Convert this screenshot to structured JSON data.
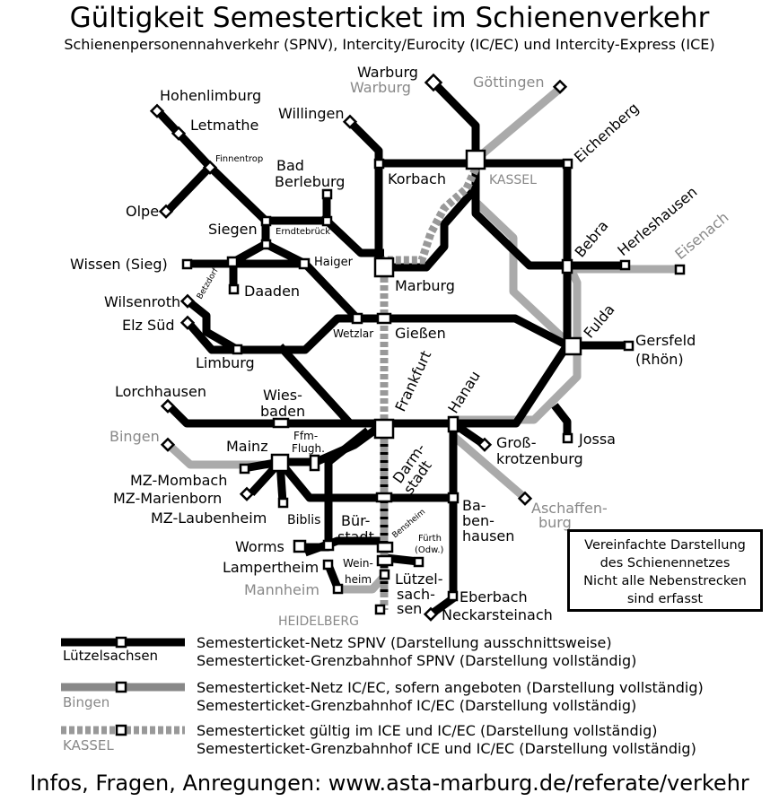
{
  "header": {
    "title": "Gültigkeit Semesterticket im Schienenverkehr",
    "subtitle": "Schienenpersonennahverkehr (SPNV), Intercity/Eurocity (IC/EC) und Intercity-Express (ICE)"
  },
  "colors": {
    "spnv": "#000000",
    "icec": "#aaaaaa",
    "ice_dash": "#999999",
    "grey_label": "#888888"
  },
  "stations": {
    "hohenlimburg": "Hohenlimburg",
    "letmathe": "Letmathe",
    "finnentrop": "Finnentrop",
    "olpe": "Olpe",
    "bad": "Bad",
    "berleburg": "Berleburg",
    "willingen": "Willingen",
    "warburg": "Warburg",
    "warburg_ic": "Warburg",
    "goettingen": "Göttingen",
    "eichenberg": "Eichenberg",
    "korbach": "Korbach",
    "kassel": "KASSEL",
    "siegen": "Siegen",
    "erndtebrueck": "Erndtebrück",
    "wissen": "Wissen (Sieg)",
    "haiger": "Haiger",
    "daaden": "Daaden",
    "betzdorf": "Betzdorf",
    "wilsenroth": "Wilsenroth",
    "elz": "Elz Süd",
    "limburg": "Limburg",
    "marburg": "Marburg",
    "wetzlar": "Wetzlar",
    "giessen": "Gießen",
    "bebra": "Bebra",
    "herleshausen": "Herleshausen",
    "eisenach": "Eisenach",
    "fulda": "Fulda",
    "gersfeld_1": "Gersfeld",
    "gersfeld_2": "(Rhön)",
    "jossa": "Jossa",
    "lorchhausen": "Lorchhausen",
    "wies_1": "Wies-",
    "wies_2": "baden",
    "frankfurt": "Frankfurt",
    "hanau": "Hanau",
    "bingen": "Bingen",
    "mainz": "Mainz",
    "ffm_1": "Ffm-",
    "ffm_2": "Flugh.",
    "gross_1": "Groß-",
    "gross_2": "krotzenburg",
    "mzmombach": "MZ-Mombach",
    "mzmarienborn": "MZ-Marienborn",
    "mzlaubenheim": "MZ-Laubenheim",
    "darm_1": "Darm-",
    "darm_2": "stadt",
    "ba_1": "Ba-",
    "ba_2": "ben-",
    "ba_3": "hausen",
    "aschaff_1": "Aschaffen-",
    "aschaff_2": "burg",
    "biblis": "Biblis",
    "buer_1": "Bür-",
    "buer_2": "stadt",
    "bensheim": "Bensheim",
    "fuerth_1": "Fürth",
    "fuerth_2": "(Odw.)",
    "worms": "Worms",
    "lampertheim": "Lampertheim",
    "wein_1": "Wein-",
    "wein_2": "heim",
    "luetzel_1": "Lützel-",
    "luetzel_2": "sach-",
    "luetzel_3": "sen",
    "mannheim": "Mannheim",
    "eberbach": "Eberbach",
    "neckarsteinach": "Neckarsteinach",
    "heidelberg": "HEIDELBERG"
  },
  "note": {
    "line1": "Vereinfachte Darstellung",
    "line2": "des Schienennetzes",
    "line3": "Nicht alle Nebenstrecken",
    "line4": "sind erfasst"
  },
  "legend": {
    "spnv": {
      "sample": "Lützelsachsen",
      "line1": "Semesterticket-Netz SPNV (Darstellung ausschnittsweise)",
      "line2": "Semesterticket-Grenzbahnhof SPNV (Darstellung vollständig)"
    },
    "icec": {
      "sample": "Bingen",
      "line1": "Semesterticket-Netz IC/EC, sofern angeboten (Darstellung vollständig)",
      "line2": "Semesterticket-Grenzbahnhof IC/EC (Darstellung vollständig)"
    },
    "ice": {
      "sample": "KASSEL",
      "line1": "Semesterticket gültig im ICE und IC/EC (Darstellung vollständig)",
      "line2": "Semesterticket-Grenzbahnhof ICE und IC/EC (Darstellung vollständig)"
    }
  },
  "footer": {
    "info": "Infos, Fragen, Anregungen: www.asta-marburg.de/referate/verkehr"
  }
}
